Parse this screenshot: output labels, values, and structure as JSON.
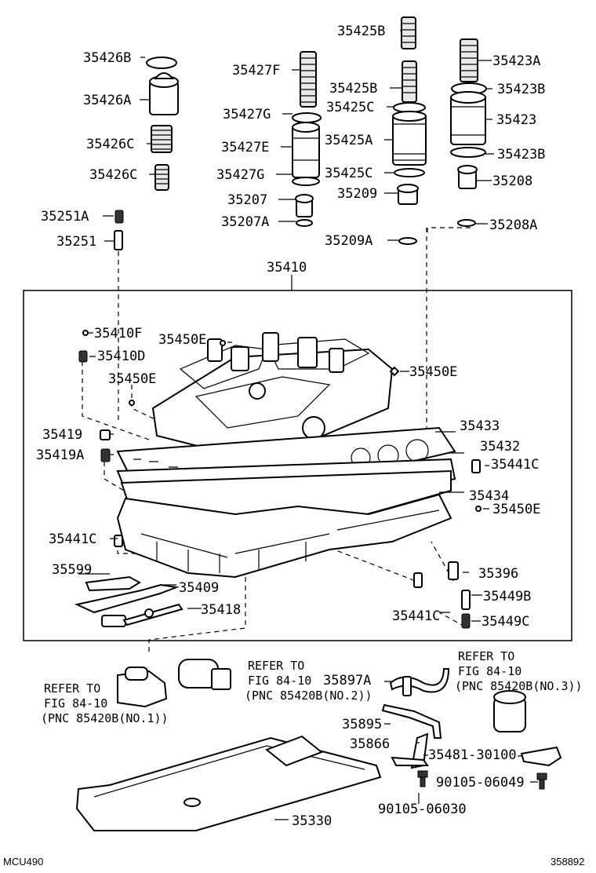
{
  "parts": {
    "p35425B_top": "35425B",
    "p35426B": "35426B",
    "p35423A": "35423A",
    "p35427F": "35427F",
    "p35425B": "35425B",
    "p35423B_top": "35423B",
    "p35426A": "35426A",
    "p35427G_top": "35427G",
    "p35425C_top": "35425C",
    "p35423": "35423",
    "p35426C_top": "35426C",
    "p35427E": "35427E",
    "p35425A": "35425A",
    "p35423B_bot": "35423B",
    "p35426C_bot": "35426C",
    "p35427G_bot": "35427G",
    "p35425C_bot": "35425C",
    "p35208": "35208",
    "p35207": "35207",
    "p35209": "35209",
    "p35251A": "35251A",
    "p35207A": "35207A",
    "p35208A": "35208A",
    "p35251": "35251",
    "p35209A": "35209A",
    "p35410": "35410",
    "p35410F": "35410F",
    "p35450E_a": "35450E",
    "p35410D": "35410D",
    "p35450E_b": "35450E",
    "p35450E_c": "35450E",
    "p35433": "35433",
    "p35419": "35419",
    "p35432": "35432",
    "p35419A": "35419A",
    "p35441C_a": "35441C",
    "p35434": "35434",
    "p35450E_d": "35450E",
    "p35441C_b": "35441C",
    "p35599": "35599",
    "p35396": "35396",
    "p35409": "35409",
    "p35449B": "35449B",
    "p35418": "35418",
    "p35441C_c": "35441C",
    "p35449C": "35449C",
    "p35897A": "35897A",
    "p35895": "35895",
    "p35866": "35866",
    "p35481": "35481-30100",
    "p90105a": "90105-06049",
    "p90105b": "90105-06030",
    "p35330": "35330"
  },
  "refs": {
    "ref1": [
      "REFER TO",
      "FIG 84-10",
      "(PNC 85420B(NO.1))"
    ],
    "ref2": [
      "REFER TO",
      "FIG 84-10",
      "(PNC 85420B(NO.2))"
    ],
    "ref3": [
      "REFER TO",
      "FIG 84-10",
      "(PNC 85420B(NO.3))"
    ]
  },
  "footer": {
    "left_code": "MCU490",
    "right_code": "358892"
  }
}
